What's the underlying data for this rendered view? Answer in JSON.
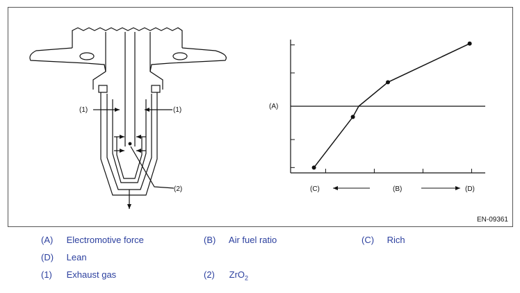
{
  "figure": {
    "code": "EN-09361",
    "callouts": {
      "exhaust_left": "(1)",
      "exhaust_right": "(1)",
      "zro2": "(2)",
      "axis_y": "(A)",
      "rich": "(C)",
      "axis_x": "(B)",
      "lean": "(D)"
    }
  },
  "chart_data": {
    "type": "line",
    "series": [
      {
        "x": [
          0.12,
          0.32,
          0.35,
          0.5,
          0.92
        ],
        "y": [
          0.04,
          0.42,
          0.5,
          0.68,
          0.97
        ]
      }
    ],
    "xlim": [
      0,
      1
    ],
    "ylim": [
      0,
      1
    ],
    "crossover_y": 0.5,
    "markers": [
      0,
      1,
      3,
      4
    ]
  },
  "legend": {
    "a": {
      "key": "(A)",
      "label": "Electromotive force"
    },
    "b": {
      "key": "(B)",
      "label": "Air fuel ratio"
    },
    "c": {
      "key": "(C)",
      "label": "Rich"
    },
    "d": {
      "key": "(D)",
      "label": "Lean"
    },
    "n1": {
      "key": "(1)",
      "label": "Exhaust gas"
    },
    "n2": {
      "key": "(2)",
      "label_main": "ZrO",
      "label_sub": "2"
    }
  }
}
